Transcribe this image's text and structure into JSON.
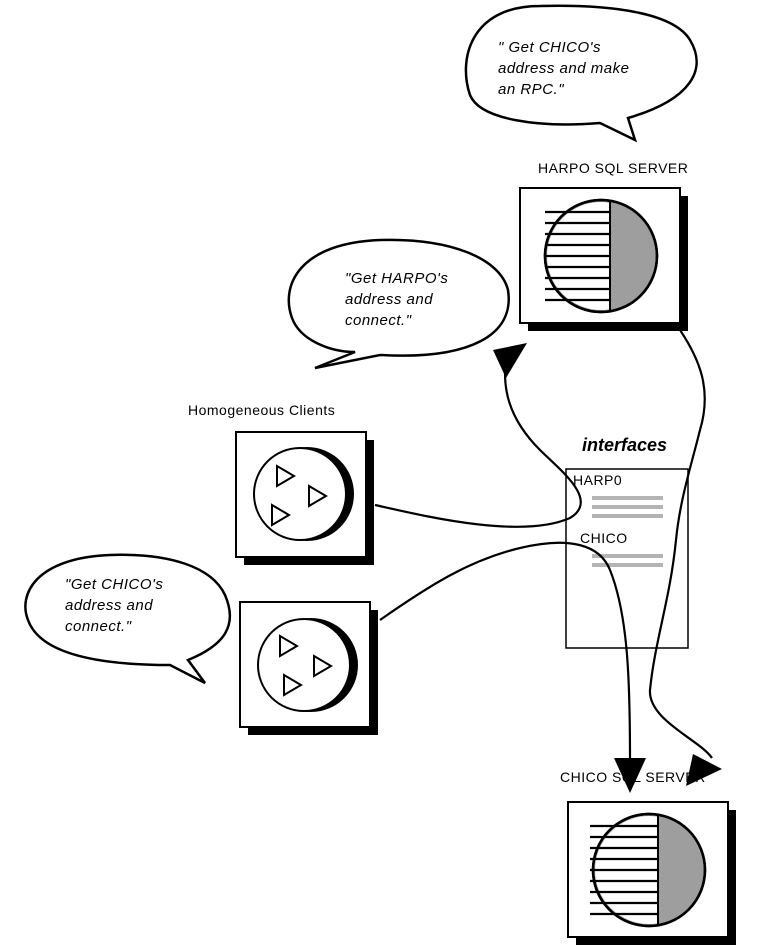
{
  "bubbles": {
    "harpo_server_bubble": "\" Get CHICO's\naddress and make\nan RPC.\"",
    "client1_bubble": "\"Get HARPO's\naddress and\nconnect.\"",
    "client2_bubble": "\"Get CHICO's\naddress and\nconnect.\""
  },
  "labels": {
    "harpo_server": "HARPO SQL SERVER",
    "chico_server": "CHICO SQL SERVER",
    "clients": "Homogeneous Clients"
  },
  "interfaces": {
    "title": "interfaces",
    "entries": [
      "HARP0",
      "CHICO"
    ]
  },
  "colors": {
    "stroke": "#000000",
    "disk_fill": "#a0a0a0",
    "stripe_gray": "#b4b4b4"
  }
}
